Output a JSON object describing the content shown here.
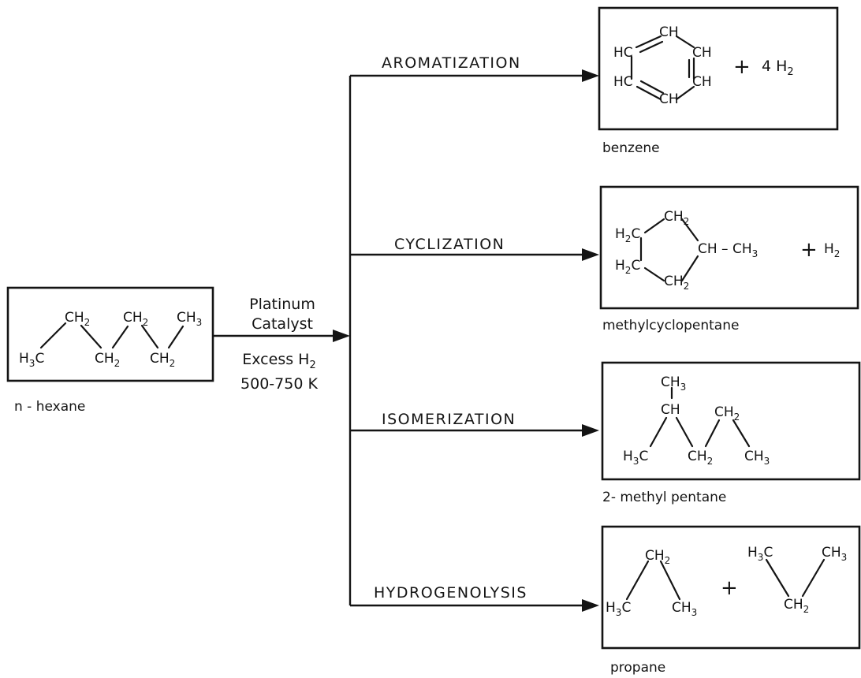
{
  "reactant": {
    "caption": "n - hexane",
    "atoms": {
      "c1_main": "H",
      "c1_sub": "3",
      "c1_tail": "C",
      "c2_main": "CH",
      "c2_sub": "2",
      "c3_main": "CH",
      "c3_sub": "2",
      "c4_main": "CH",
      "c4_sub": "2",
      "c5_main": "CH",
      "c5_sub": "2",
      "c6_main": "CH",
      "c6_sub": "3"
    }
  },
  "conditions": {
    "catalyst_line1": "Platinum",
    "catalyst_line2": "Catalyst",
    "h2_main": "Excess H",
    "h2_sub": "2",
    "temperature": "500-750 K"
  },
  "routes": {
    "aromatization": "AROMATIZATION",
    "cyclization": "CYCLIZATION",
    "isomerization": "ISOMERIZATION",
    "hydrogenolysis": "HYDROGENOLYSIS"
  },
  "benzene": {
    "caption": "benzene",
    "ch_top": "CH",
    "hc_left_upper": "HC",
    "hc_left_lower": "HC",
    "ch_right_upper": "CH",
    "ch_right_lower": "CH",
    "ch_bottom": "CH",
    "plus": "+",
    "byproduct_main": "4 H",
    "byproduct_sub": "2"
  },
  "methylcyclopentane": {
    "caption": "methylcyclopentane",
    "top_main": "CH",
    "top_sub": "2",
    "left_upper_main": "H",
    "left_upper_sub": "2",
    "left_upper_tail": "C",
    "left_lower_main": "H",
    "left_lower_sub": "2",
    "left_lower_tail": "C",
    "bottom_main": "CH",
    "bottom_sub": "2",
    "methyl_main": "CH – CH",
    "methyl_sub": "3",
    "plus": "+",
    "byproduct_main": "H",
    "byproduct_sub": "2"
  },
  "methylpentane": {
    "caption": "2- methyl pentane",
    "branch_main": "CH",
    "branch_sub": "3",
    "ch": "CH",
    "left_main": "H",
    "left_sub": "3",
    "left_tail": "C",
    "ch2_low_main": "CH",
    "ch2_low_sub": "2",
    "ch2_high_main": "CH",
    "ch2_high_sub": "2",
    "end_main": "CH",
    "end_sub": "3"
  },
  "propane": {
    "caption": "propane",
    "m1_top_main": "CH",
    "m1_top_sub": "2",
    "m1_left_main": "H",
    "m1_left_sub": "3",
    "m1_left_tail": "C",
    "m1_right_main": "CH",
    "m1_right_sub": "3",
    "plus": "+",
    "m2_left_main": "H",
    "m2_left_sub": "3",
    "m2_left_tail": "C",
    "m2_right_main": "CH",
    "m2_right_sub": "3",
    "m2_bottom_main": "CH",
    "m2_bottom_sub": "2"
  }
}
